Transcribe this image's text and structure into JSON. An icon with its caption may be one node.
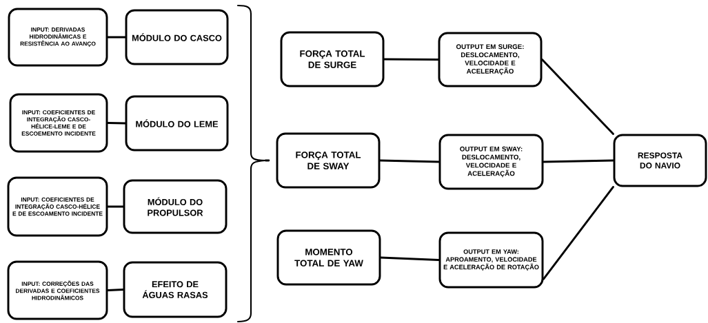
{
  "diagram": {
    "nodes": [
      {
        "text": [
          "INPUT: DERIVADAS HIDRODINÂMICAS E RESISTÊNCIA AO AVANÇO"
        ]
      },
      {
        "text": [
          "MÓDULO DO CASCO"
        ]
      },
      {
        "text": [
          "INPUT: COEFICIENTES DE INTEGRAÇÃO CASCO-HÉLICE-LEME E DE ESCOEMENTO INCIDENTE"
        ]
      },
      {
        "text": [
          "MÓDULO DO LEME"
        ]
      },
      {
        "text": [
          "INPUT: COEFICIENTES DE INTEGRAÇÃO CASCO-HÉLICE E DE ESCOAMENTO INCIDENTE"
        ]
      },
      {
        "text": [
          "MÓDULO DO PROPULSOR"
        ]
      },
      {
        "text": [
          "INPUT: CORREÇÕES DAS DERIVADAS E COEFICIENTES HIDRODINÂMICOS"
        ]
      },
      {
        "text": [
          "EFEITO DE ÁGUAS RASAS"
        ]
      },
      {
        "text": [
          "FORÇA TOTAL DE SURGE"
        ]
      },
      {
        "text": [
          "OUTPUT EM SURGE: DESLOCAMENTO, VELOCIDADE E ACELERAÇÃO"
        ]
      },
      {
        "text": [
          "FORÇA TOTAL DE SWAY"
        ]
      },
      {
        "text": [
          "OUTPUT EM SWAY: DESLOCAMENTO, VELOCIDADE E ACELERAÇÃO"
        ]
      },
      {
        "text": [
          "MOMENTO TOTAL DE YAW"
        ]
      },
      {
        "text": [
          "OUTPUT EM YAW: APROAMENTO, VELOCIDADE E ACELERAÇÃO DE ROTAÇÃO"
        ]
      },
      {
        "text": [
          "RESPOSTA DO NAVIO"
        ]
      },
      {
        "text": [],
        "shape": "bracket"
      }
    ],
    "edges": [
      {
        "from": 0,
        "to": 1,
        "arrow": "none"
      },
      {
        "from": 2,
        "to": 3,
        "arrow": "none"
      },
      {
        "from": 4,
        "to": 5,
        "arrow": "none"
      },
      {
        "from": 6,
        "to": 7,
        "arrow": "none"
      },
      {
        "from": 15,
        "to": 10,
        "arrow": "none"
      },
      {
        "from": 8,
        "to": 9,
        "arrow": "none"
      },
      {
        "from": 10,
        "to": 11,
        "arrow": "none"
      },
      {
        "from": 12,
        "to": 13,
        "arrow": "none"
      },
      {
        "from": 9,
        "to": 14,
        "arrow": "none"
      },
      {
        "from": 11,
        "to": 14,
        "arrow": "none"
      },
      {
        "from": 13,
        "to": 14,
        "arrow": "none"
      }
    ]
  }
}
